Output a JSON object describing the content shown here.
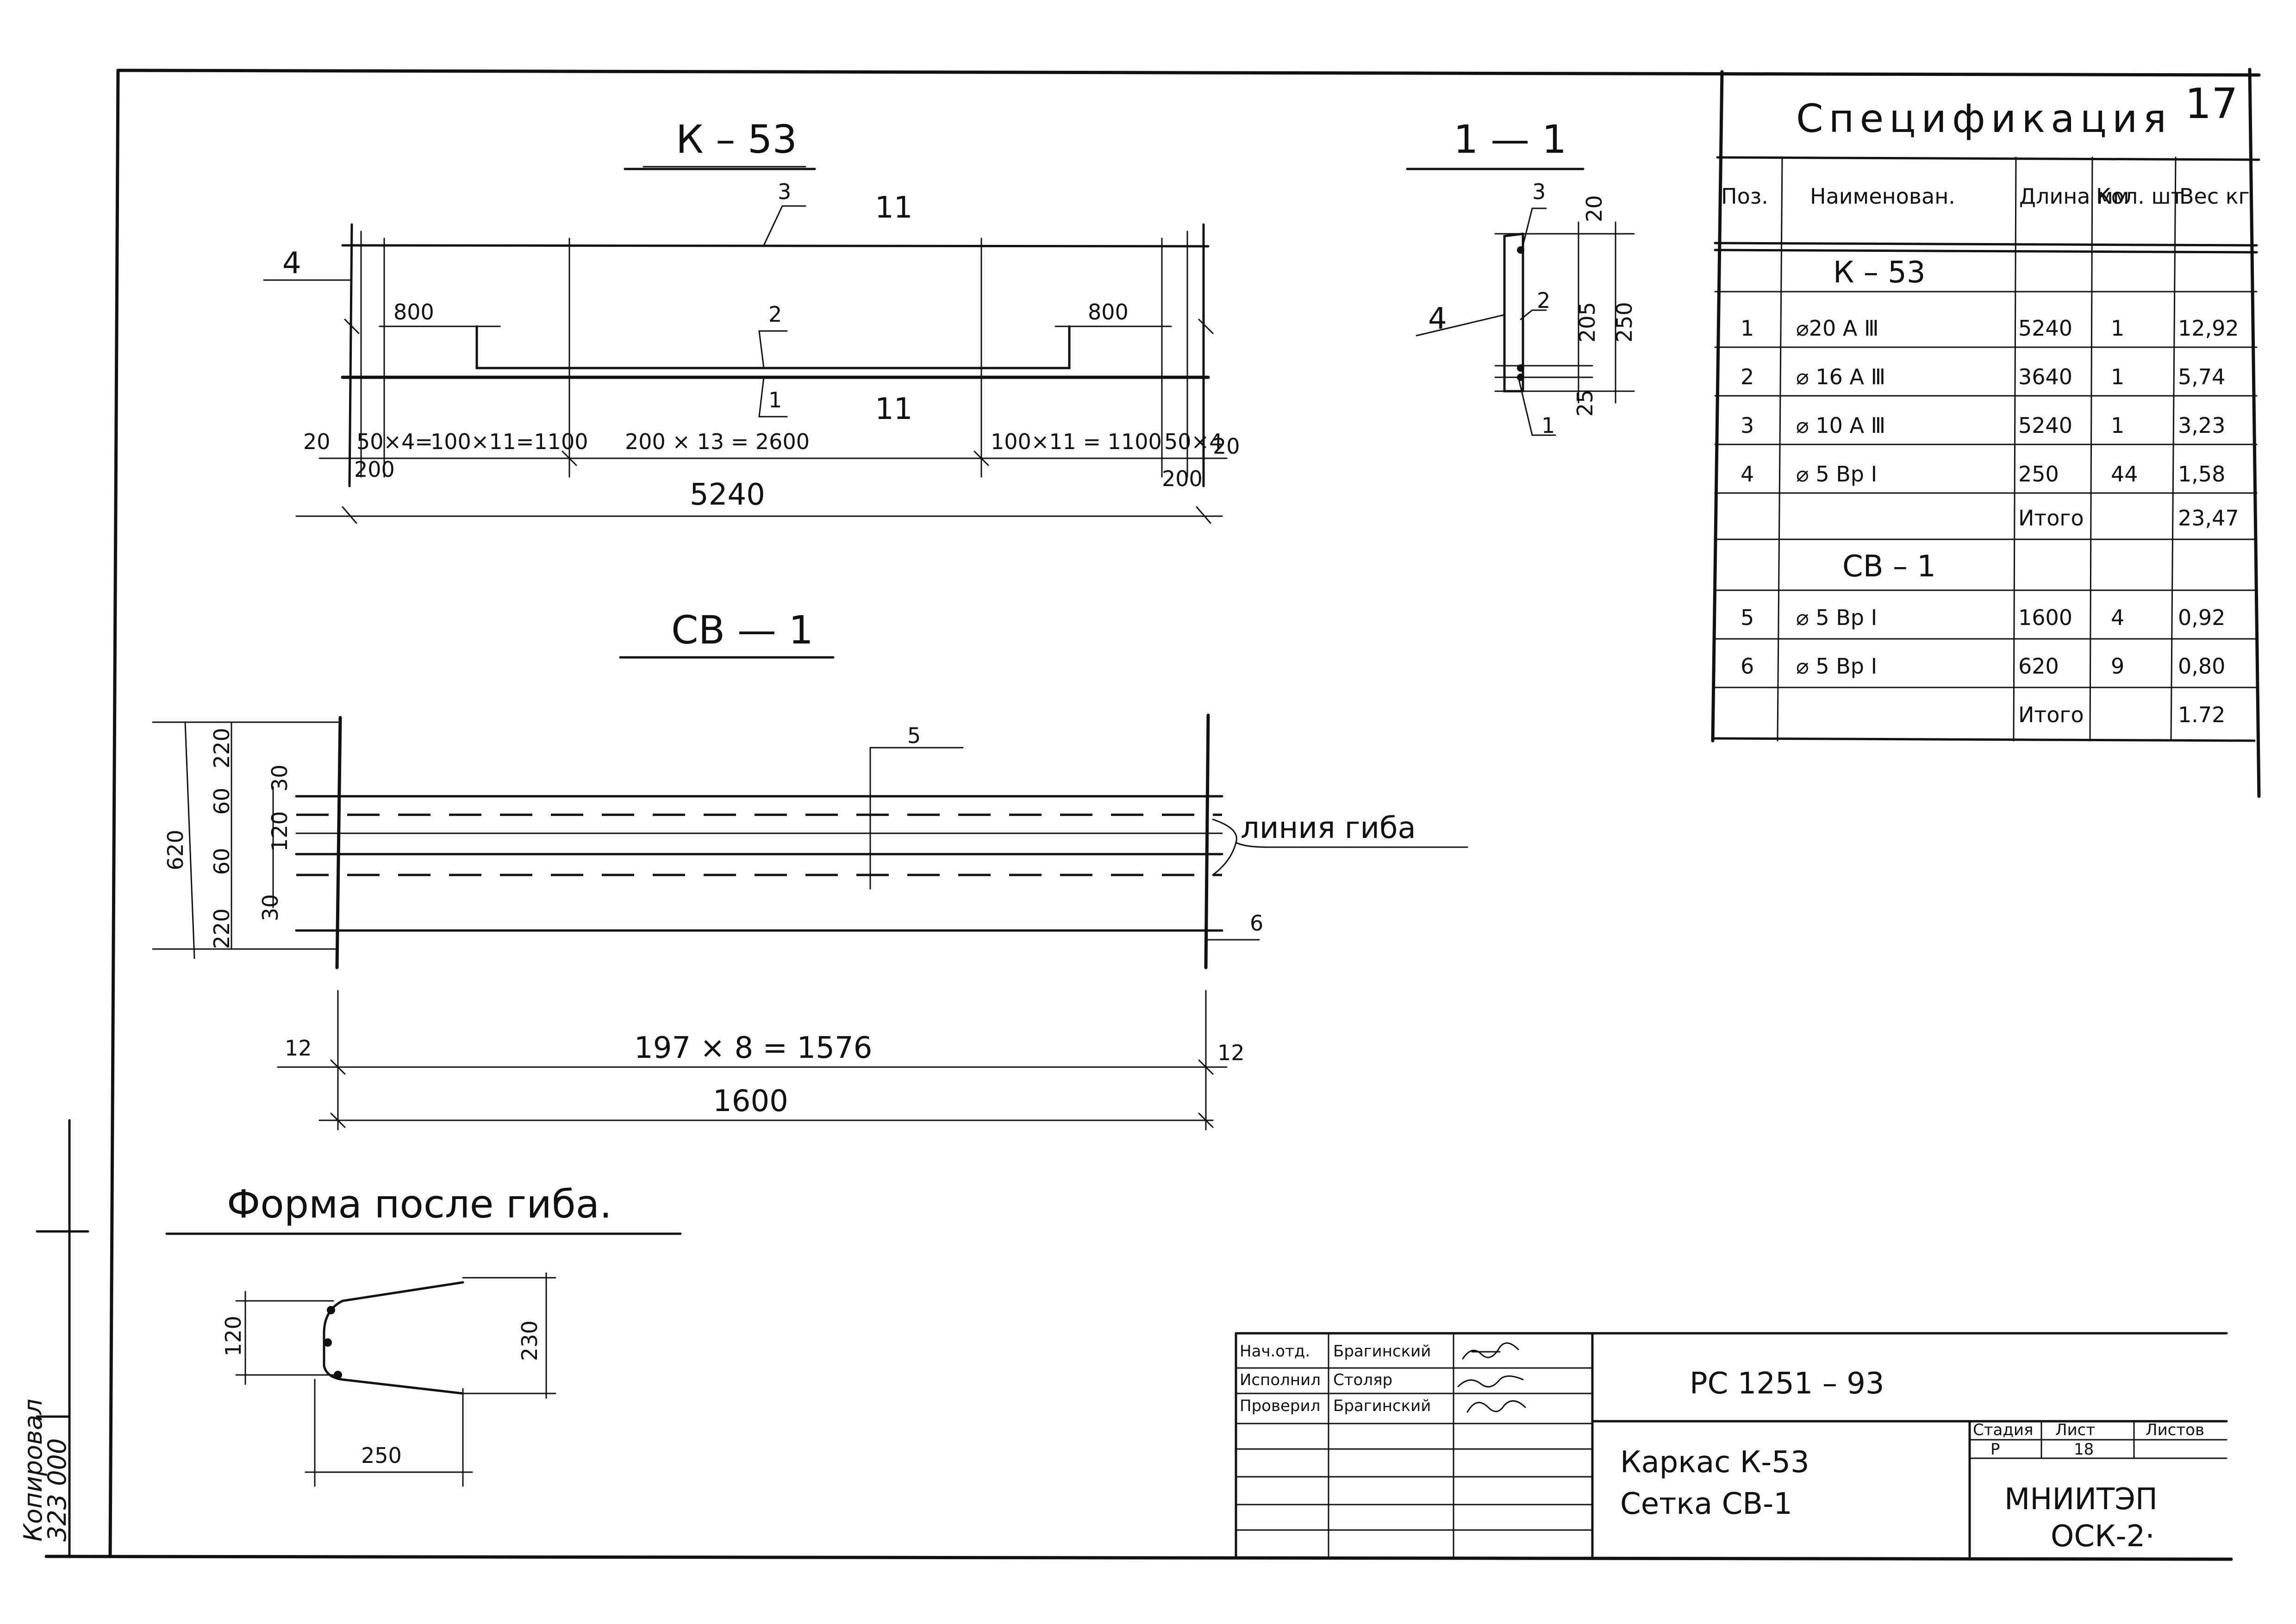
{
  "sheet_number": "17",
  "k53": {
    "title": "К – 53",
    "section_mark": "11",
    "pos": [
      "1",
      "2",
      "3",
      "4"
    ],
    "dims": {
      "left_800": "800",
      "right_800": "800",
      "end_20": "20",
      "short_50": "50×4=",
      "seg_100": "100×11=1100",
      "mid_200": "200 × 13 = 2600",
      "seg_100b": "100×11 = 1100",
      "short_50b": "50×4",
      "seg_200": "200",
      "total": "5240"
    }
  },
  "section11": {
    "title": "1 — 1",
    "pos": [
      "3",
      "4",
      "2",
      "1"
    ],
    "dims": [
      "20",
      "205",
      "250",
      "25"
    ]
  },
  "sv1": {
    "title": "СВ — 1",
    "pos5": "5",
    "pos6": "6",
    "bend_line": "линия гиба",
    "dims_left": [
      "620",
      "220",
      "60",
      "60",
      "220"
    ],
    "dims_inner": [
      "30",
      "120",
      "30"
    ],
    "end_12": "12",
    "pitch": "197 × 8 = 1576",
    "total": "1600"
  },
  "bent_shape": {
    "title": "Форма после гиба.",
    "dims": [
      "120",
      "230",
      "250"
    ]
  },
  "spec": {
    "title": "Спецификация",
    "headers": [
      "Поз.",
      "Наименован.",
      "Длина мм",
      "Кол. шт",
      "Вес кг"
    ],
    "group1": "К – 53",
    "rows1": [
      [
        "1",
        "⌀20 А Ⅲ",
        "5240",
        "1",
        "12,92"
      ],
      [
        "2",
        "⌀ 16 А Ⅲ",
        "3640",
        "1",
        "5,74"
      ],
      [
        "3",
        "⌀ 10 А Ⅲ",
        "5240",
        "1",
        "3,23"
      ],
      [
        "4",
        "⌀ 5 Вр Ⅰ",
        "250",
        "44",
        "1,58"
      ]
    ],
    "total_label": "Итого",
    "total1": "23,47",
    "group2": "СВ – 1",
    "rows2": [
      [
        "5",
        "⌀ 5 Вр Ⅰ",
        "1600",
        "4",
        "0,92"
      ],
      [
        "6",
        "⌀ 5 Вр Ⅰ",
        "620",
        "9",
        "0,80"
      ]
    ],
    "total2": "1.72"
  },
  "title_block": {
    "roles": [
      "Нач.отд.",
      "Исполнил",
      "Проверил"
    ],
    "names": [
      "Брагинский",
      "Столяр",
      "Брагинский"
    ],
    "code": "РС   1251 – 93",
    "item1": "Каркас   К-53",
    "item2": "Сетка   СВ-1",
    "col_heads": [
      "Стадия",
      "Лист",
      "Листов"
    ],
    "stage": "Р",
    "sheet": "18",
    "org1": "МНИИТЭП",
    "org2": "ОСК-2·"
  },
  "margin_stamp": [
    "Копировал",
    "323 000"
  ]
}
